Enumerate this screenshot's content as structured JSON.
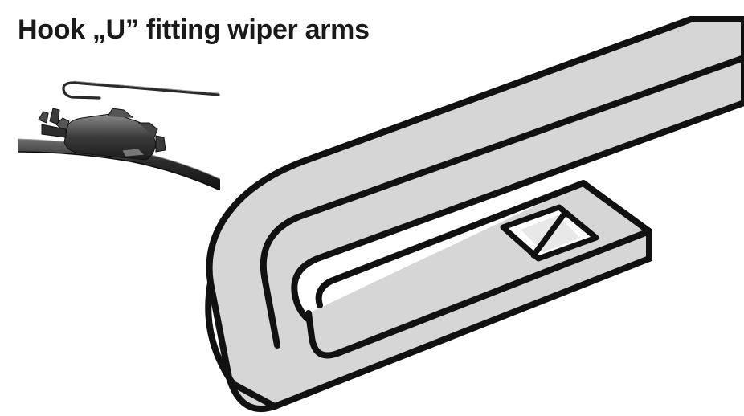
{
  "figure": {
    "title": "Hook „U” fitting wiper arms"
  },
  "colors": {
    "arm_fill": "#d5d5d5",
    "outline": "#111111",
    "blade_dark": "#2a2a2a",
    "background": "#ffffff"
  },
  "icons": {
    "photo": "wiper-blade-photo",
    "diagram": "u-hook-arm-end"
  }
}
